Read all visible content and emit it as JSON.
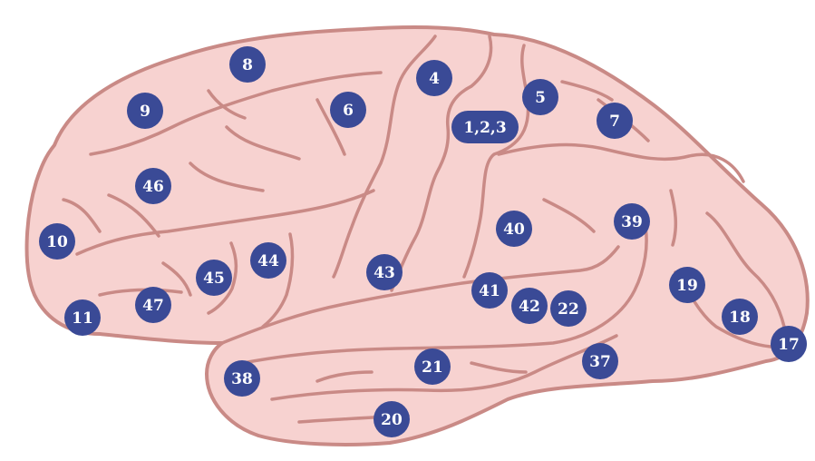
{
  "colors": {
    "brain_fill": "#f7d2d0",
    "brain_stroke": "#c98a86",
    "sulcus_stroke": "#c98a86",
    "marker_fill": "#3a4a96",
    "marker_text": "#ffffff"
  },
  "areas": [
    {
      "id": "8",
      "label": "8"
    },
    {
      "id": "9",
      "label": "9"
    },
    {
      "id": "4",
      "label": "4"
    },
    {
      "id": "6",
      "label": "6"
    },
    {
      "id": "5",
      "label": "5"
    },
    {
      "id": "1-2-3",
      "label": "1,2,3"
    },
    {
      "id": "7",
      "label": "7"
    },
    {
      "id": "46",
      "label": "46"
    },
    {
      "id": "10",
      "label": "10"
    },
    {
      "id": "40",
      "label": "40"
    },
    {
      "id": "39",
      "label": "39"
    },
    {
      "id": "44",
      "label": "44"
    },
    {
      "id": "45",
      "label": "45"
    },
    {
      "id": "43",
      "label": "43"
    },
    {
      "id": "41",
      "label": "41"
    },
    {
      "id": "42",
      "label": "42"
    },
    {
      "id": "22",
      "label": "22"
    },
    {
      "id": "19",
      "label": "19"
    },
    {
      "id": "11",
      "label": "11"
    },
    {
      "id": "47",
      "label": "47"
    },
    {
      "id": "18",
      "label": "18"
    },
    {
      "id": "17",
      "label": "17"
    },
    {
      "id": "37",
      "label": "37"
    },
    {
      "id": "38",
      "label": "38"
    },
    {
      "id": "21",
      "label": "21"
    },
    {
      "id": "20",
      "label": "20"
    }
  ]
}
